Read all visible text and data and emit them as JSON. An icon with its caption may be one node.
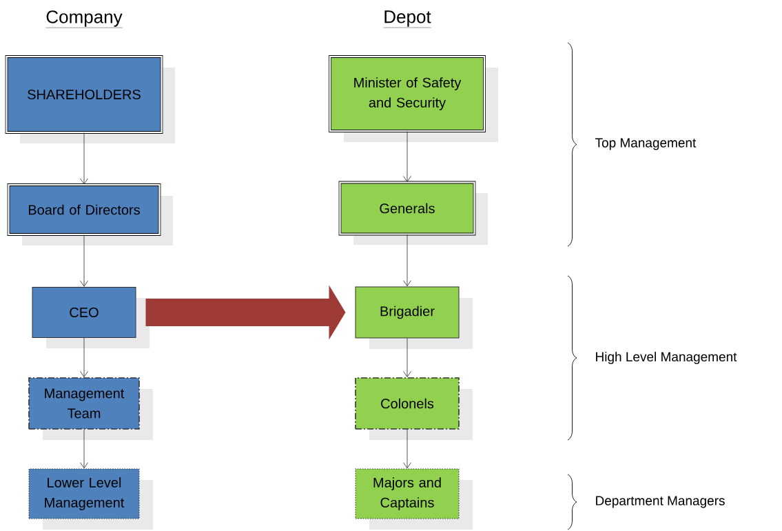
{
  "diagram": {
    "nodes": [
      {
        "text": [
          "SHAREHOLDERS"
        ]
      },
      {
        "text": [
          "Board of Directors"
        ]
      },
      {
        "text": [
          "CEO"
        ]
      },
      {
        "text": [
          "Management Team"
        ]
      },
      {
        "text": [
          "Lower Level Management"
        ]
      },
      {
        "text": [
          "Minister of Safety and Security"
        ]
      },
      {
        "text": [
          "Generals"
        ]
      },
      {
        "text": [
          "Brigadier"
        ]
      },
      {
        "text": [
          "Colonels"
        ]
      },
      {
        "text": [
          "Majors and Captains"
        ]
      }
    ],
    "edges": [
      {
        "from": 0,
        "to": 1,
        "arrow": "to"
      },
      {
        "from": 1,
        "to": 2,
        "arrow": "to"
      },
      {
        "from": 2,
        "to": 3,
        "arrow": "to"
      },
      {
        "from": 3,
        "to": 4,
        "arrow": "to"
      },
      {
        "from": 5,
        "to": 6,
        "arrow": "to"
      },
      {
        "from": 6,
        "to": 7,
        "arrow": "to"
      },
      {
        "from": 7,
        "to": 8,
        "arrow": "to"
      },
      {
        "from": 8,
        "to": 9,
        "arrow": "to"
      },
      {
        "from": 2,
        "to": 7,
        "arrow": "to",
        "style": "thick",
        "color": "#9e3b36"
      }
    ],
    "labels": [
      "Company",
      "Depot",
      "Top Management",
      "High Level Management",
      "Department Managers"
    ]
  }
}
